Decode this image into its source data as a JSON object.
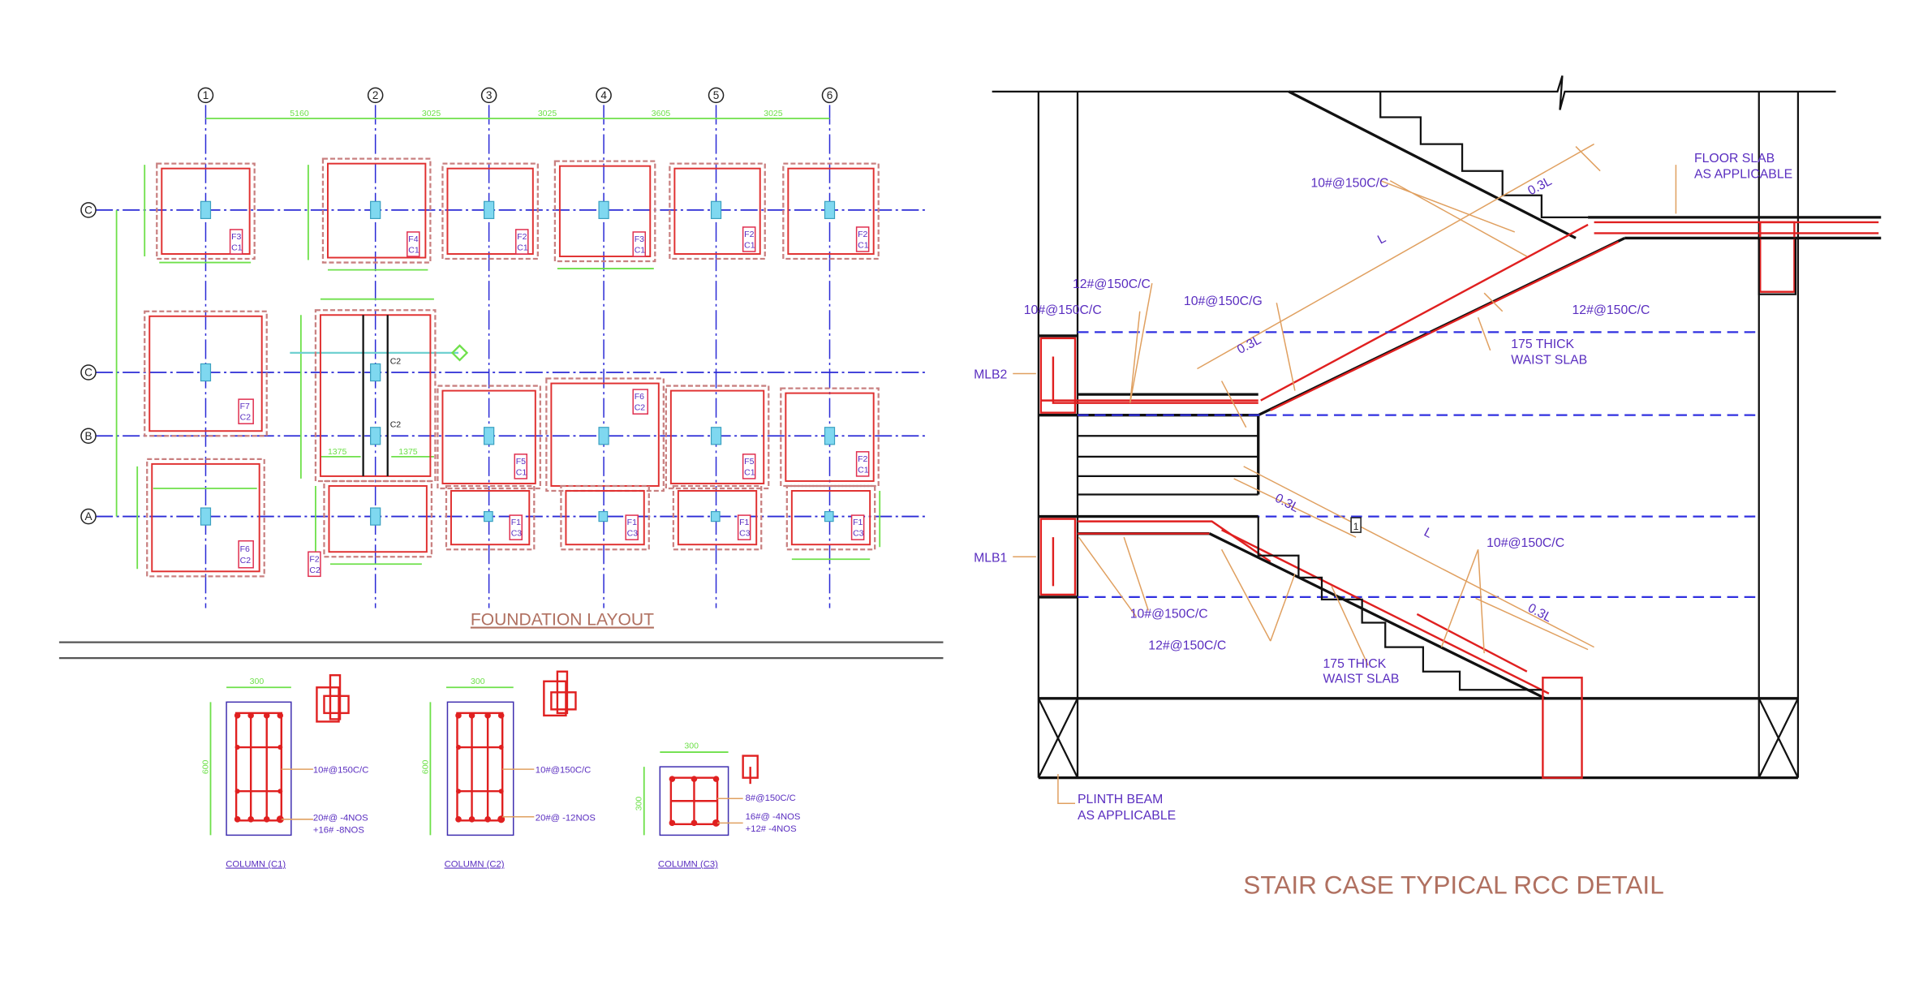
{
  "foundation": {
    "title": "FOUNDATION LAYOUT",
    "grid_columns": [
      "1",
      "2",
      "3",
      "4",
      "5",
      "6"
    ],
    "grid_rows": [
      "C",
      "C",
      "B",
      "A"
    ],
    "top_dimensions": [
      "5160",
      "3025",
      "3025",
      "3605",
      "3025"
    ],
    "footing_tags": {
      "row_c": [
        [
          "F3",
          "C1"
        ],
        [
          "F4",
          "C1"
        ],
        [
          "F2",
          "C1"
        ],
        [
          "F3",
          "C1"
        ],
        [
          "F2",
          "C1"
        ],
        [
          "F2",
          "C1"
        ]
      ],
      "middle": [
        [
          "F7",
          "C2"
        ],
        [
          "F5",
          "C1"
        ],
        [
          "F6",
          "C2"
        ],
        [
          "F5",
          "C1"
        ],
        [
          "F2",
          "C1"
        ]
      ],
      "row_a": [
        [
          "F6",
          "C2"
        ],
        [
          "F2",
          "C2"
        ],
        [
          "F1",
          "C3"
        ],
        [
          "F1",
          "C3"
        ],
        [
          "F1",
          "C3"
        ],
        [
          "F1",
          "C3"
        ]
      ]
    },
    "column_marks": [
      "C2",
      "C2"
    ],
    "inner_dims": [
      "1375",
      "1375"
    ]
  },
  "columns": [
    {
      "title": "COLUMN (C1)",
      "width": "300",
      "depth": "600",
      "ties": "10#@150C/C",
      "bars_1": "20#@ -4NOS",
      "bars_2": "+16# -8NOS"
    },
    {
      "title": "COLUMN (C2)",
      "width": "300",
      "depth": "600",
      "ties": "10#@150C/C",
      "bars_1": "20#@ -12NOS",
      "bars_2": ""
    },
    {
      "title": "COLUMN (C3)",
      "width": "300",
      "depth": "300",
      "ties": "8#@150C/C",
      "bars_1": "16#@ -4NOS",
      "bars_2": "+12# -4NOS"
    }
  ],
  "stair": {
    "title": "STAIR CASE TYPICAL RCC DETAIL",
    "labels": {
      "floor_slab_1": "FLOOR SLAB",
      "floor_slab_2": "AS APPLICABLE",
      "top_10": "10#@150C/C",
      "top_12": "12#@150C/C",
      "left_12": "12#@150C/C",
      "left_10": "10#@150C/C",
      "mid_10": "10#@150C/G",
      "waist_upper_1": "175 THICK",
      "waist_upper_2": "WAIST SLAB",
      "mlb2": "MLB2",
      "mlb1": "MLB1",
      "low_10_right": "10#@150C/C",
      "low_10_left": "10#@150C/C",
      "low_12": "12#@150C/C",
      "waist_lower_1": "175 THICK",
      "waist_lower_2": "WAIST SLAB",
      "plinth_1": "PLINTH BEAM",
      "plinth_2": "AS APPLICABLE",
      "dim_03l_a": "0.3L",
      "dim_03l_b": "0.3L",
      "dim_l_a": "L",
      "dim_03l_c": "0.3L",
      "dim_l_b": "L",
      "dim_03l_d": "0.3L",
      "section_mark": "1"
    }
  }
}
